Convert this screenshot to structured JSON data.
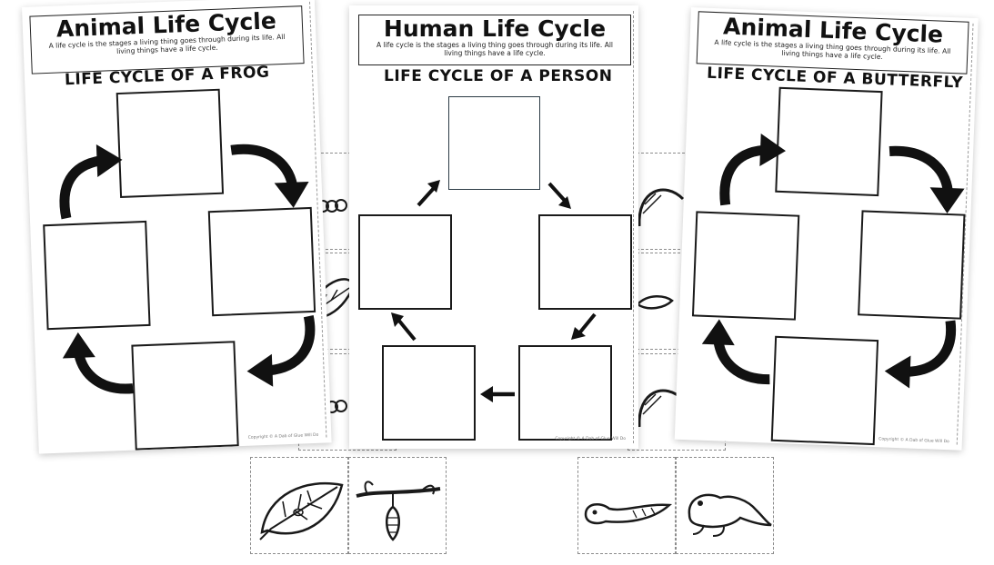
{
  "sheets": {
    "frog": {
      "title": "Animal Life Cycle",
      "description": "A life cycle is the stages a living thing goes through during its life. All living things have a life cycle.",
      "subtitle": "LIFE CYCLE OF A FROG",
      "copyright": "Copyright © A Dab of Glue Will Do"
    },
    "person": {
      "title": "Human Life Cycle",
      "description": "A life cycle is the stages a living thing goes through during its life. All living things have a life cycle.",
      "subtitle": "LIFE CYCLE OF A PERSON",
      "copyright": "Copyright © A Dab of Glue Will Do"
    },
    "butterfly": {
      "title": "Animal Life Cycle",
      "description": "A life cycle is the stages a living thing goes through during its life. All living things have a life cycle.",
      "subtitle": "LIFE CYCLE OF A BUTTERFLY",
      "copyright": "Copyright © A Dab of Glue Will Do"
    }
  },
  "colors": {
    "ink": "#1a1a1a",
    "paper": "#ffffff",
    "shadow": "#c8c8c8"
  },
  "icons": [
    "curved-arrow-icon",
    "straight-arrow-icon",
    "caterpillar-icon",
    "leaf-icon",
    "leaf-egg-icon",
    "chrysalis-icon",
    "tadpole-icon",
    "froglet-icon",
    "frog-egg-icon"
  ]
}
